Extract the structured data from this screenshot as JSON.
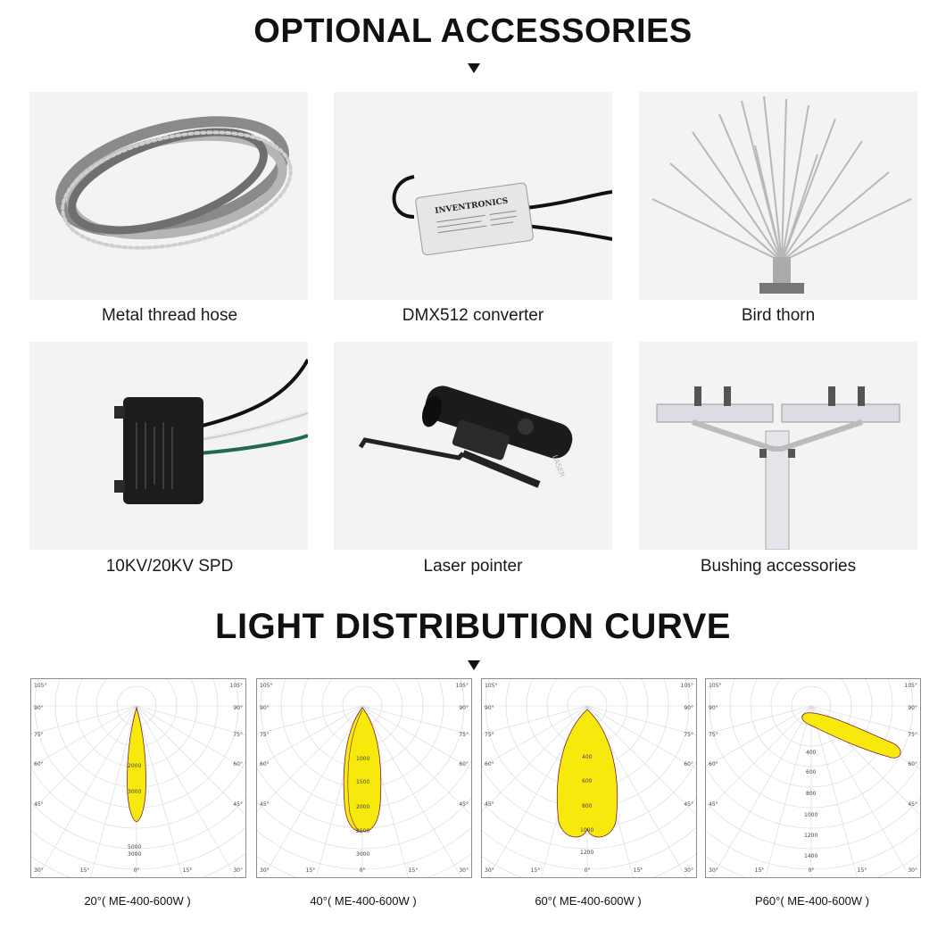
{
  "headings": {
    "accessories": "OPTIONAL ACCESSORIES",
    "distribution": "LIGHT DISTRIBUTION CURVE"
  },
  "accessories": [
    {
      "name": "Metal thread hose"
    },
    {
      "name": "DMX512 converter",
      "brand": "INVENTRONICS"
    },
    {
      "name": "Bird thorn"
    },
    {
      "name": "10KV/20KV SPD"
    },
    {
      "name": "Laser pointer",
      "marking": "LASER"
    },
    {
      "name": "Bushing accessories"
    }
  ],
  "curves": [
    {
      "caption": "20°( ME-400-600W )",
      "scale": [
        "2000",
        "3000",
        "5000"
      ],
      "tail": "3000"
    },
    {
      "caption": "40°( ME-400-600W )",
      "scale": [
        "1000",
        "1500",
        "2000",
        "2500"
      ],
      "tail": "3000"
    },
    {
      "caption": "60°( ME-400-600W )",
      "scale": [
        "400",
        "600",
        "800",
        "1000"
      ],
      "tail": "1200"
    },
    {
      "caption": "P60°( ME-400-600W )",
      "scale": [
        "400",
        "600",
        "800",
        "1000",
        "1200",
        "1400"
      ],
      "tail": ""
    }
  ],
  "polar_labels": {
    "top": "105°",
    "sides": [
      "90°",
      "75°",
      "60°",
      "45°"
    ],
    "bottom": [
      "30°",
      "15°",
      "0°",
      "15°",
      "30°"
    ]
  },
  "colors": {
    "beam_fill": "#f6e90b",
    "beam_outline": "#7a1f3a",
    "grid": "#d7d7d7"
  }
}
